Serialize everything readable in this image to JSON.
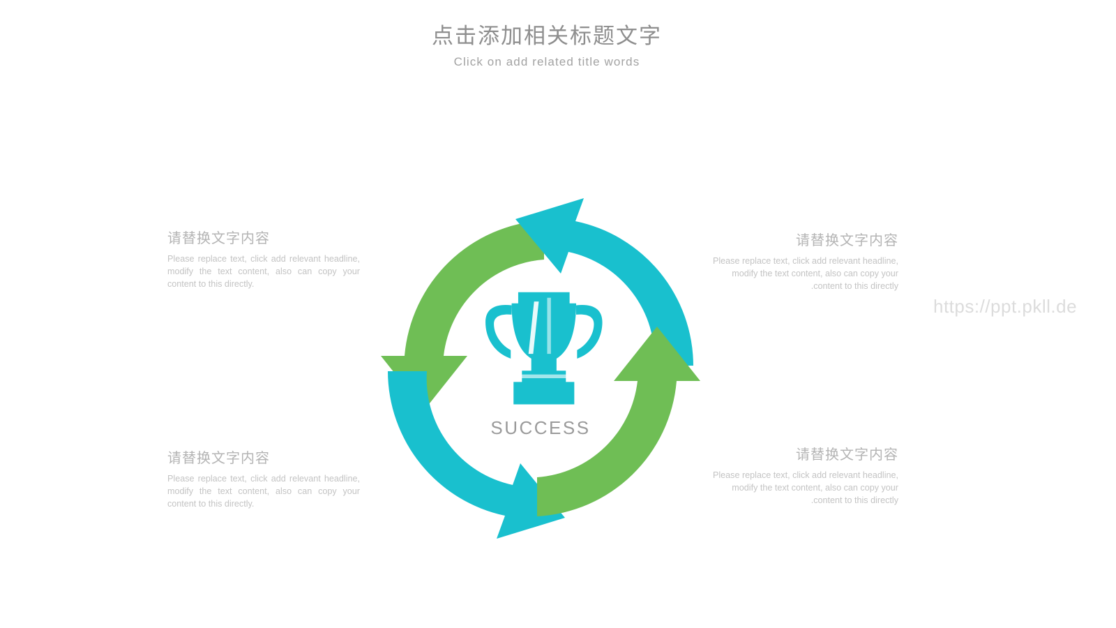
{
  "header": {
    "title_cn": "点击添加相关标题文字",
    "title_en": "Click on add related title words"
  },
  "watermark": {
    "text": "https://ppt.pkll.de"
  },
  "diagram": {
    "center_label": "SUCCESS",
    "center_icon": "trophy-icon",
    "colors": {
      "green": "#6FBE55",
      "cyan": "#19C0CE",
      "text_gray": "#9a9a9a"
    },
    "arrows": [
      {
        "id": "top-left-green",
        "color": "#6FBE55",
        "quadrant": "top-left",
        "direction": "clockwise-down",
        "points_to": "left"
      },
      {
        "id": "top-right-cyan",
        "color": "#19C0CE",
        "quadrant": "top-right",
        "direction": "counter-clockwise-up",
        "points_to": "up-left"
      },
      {
        "id": "bottom-left-cyan",
        "color": "#19C0CE",
        "quadrant": "bottom-left",
        "direction": "clockwise-down",
        "points_to": "down-right"
      },
      {
        "id": "bottom-right-green",
        "color": "#6FBE55",
        "quadrant": "bottom-right",
        "direction": "counter-clockwise-up",
        "points_to": "up"
      }
    ]
  },
  "blocks": {
    "top_left": {
      "heading": "请替换文字内容",
      "body": "Please replace text, click add relevant headline, modify the text content, also can copy your content to this directly."
    },
    "top_right": {
      "heading": "请替换文字内容",
      "body": "Please replace text, click add relevant headline, modify the text content, also can copy your content to this directly."
    },
    "bottom_left": {
      "heading": "请替换文字内容",
      "body": "Please replace text, click add relevant headline, modify the text content, also can copy your content to this directly."
    },
    "bottom_right": {
      "heading": "请替换文字内容",
      "body": "Please replace text, click add relevant headline, modify the text content, also can copy your content to this directly."
    }
  }
}
